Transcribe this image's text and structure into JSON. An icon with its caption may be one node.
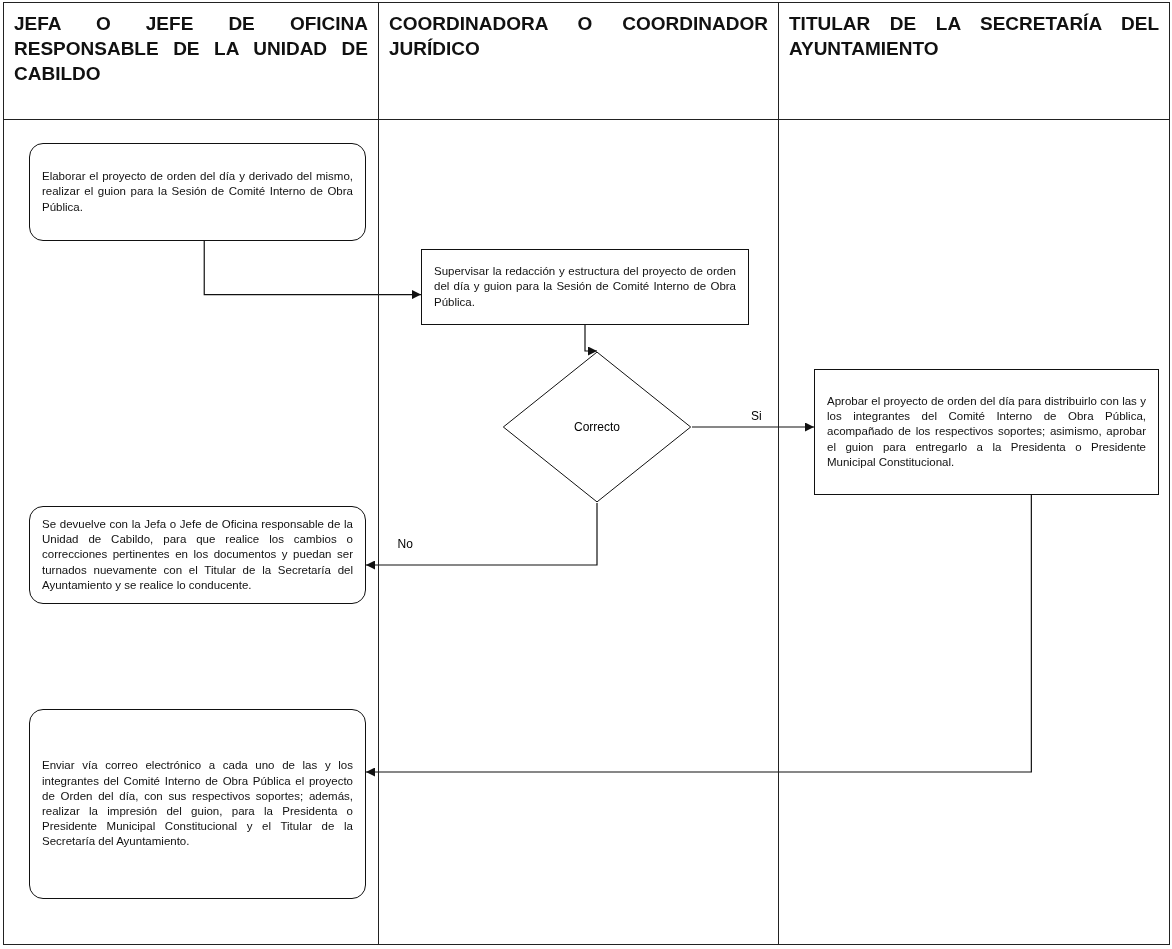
{
  "diagram": {
    "nodes": [
      {
        "text": [
          "JEFA O JEFE DE OFICINA RESPONSABLE DE LA UNIDAD DE CABILDO"
        ]
      },
      {
        "text": [
          "COORDINADORA O COORDINADOR JURÍDICO"
        ]
      },
      {
        "text": [
          "TITULAR DE LA SECRETARÍA DEL AYUNTAMIENTO"
        ]
      },
      {
        "text": [
          "Elaborar el proyecto de orden del día y derivado del mismo, realizar el guion para la Sesión de Comité Interno de Obra Pública."
        ],
        "in": 0
      },
      {
        "text": [
          "Supervisar la redacción y estructura del proyecto de orden del día y guion para la Sesión de Comité Interno de Obra Pública."
        ],
        "in": 1
      },
      {
        "text": [
          "Correcto"
        ],
        "in": 1
      },
      {
        "text": [
          "Aprobar el proyecto de orden del día para distribuirlo con las y los integrantes del Comité Interno de Obra Pública, acompañado de los respectivos soportes; asimismo, aprobar el guion para entregarlo a la Presidenta o Presidente Municipal Constitucional."
        ],
        "in": 2
      },
      {
        "text": [
          "Se devuelve con la Jefa o Jefe de Oficina responsable de la Unidad de Cabildo, para que realice los cambios o correcciones pertinentes en los documentos y puedan ser turnados nuevamente con el Titular de la Secretaría del Ayuntamiento y se realice lo conducente."
        ],
        "in": 0
      },
      {
        "text": [
          "Enviar vía correo electrónico a cada uno de las y los integrantes del Comité Interno de Obra Pública el proyecto de Orden del día, con sus respectivos soportes; además, realizar la impresión del guion, para la Presidenta o Presidente Municipal Constitucional y el Titular de la Secretaría del Ayuntamiento."
        ],
        "in": 0
      }
    ],
    "edges": [
      {
        "from": 3,
        "to": 4,
        "arrow": "to"
      },
      {
        "from": 4,
        "to": 5,
        "arrow": "to"
      },
      {
        "from": 5,
        "to": 6,
        "arrow": "to",
        "label": "Si"
      },
      {
        "from": 5,
        "to": 7,
        "arrow": "to",
        "label": "No"
      },
      {
        "from": 6,
        "to": 8,
        "arrow": "to"
      }
    ]
  }
}
